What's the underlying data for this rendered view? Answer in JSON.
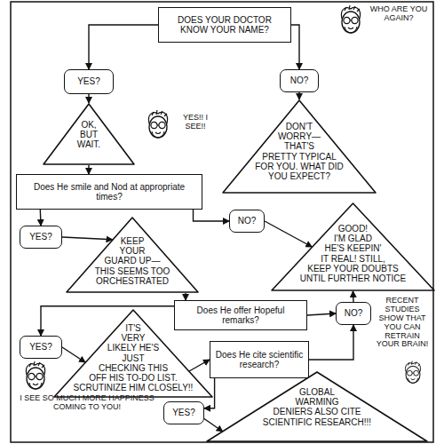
{
  "diagram": {
    "nodes": [
      {
        "text": [
          "DOES YOUR DOCTOR KNOW YOUR NAME?"
        ]
      },
      {
        "text": [
          "YES?"
        ]
      },
      {
        "text": [
          "NO?"
        ]
      },
      {
        "text": [
          "OK, BUT WAIT."
        ]
      },
      {
        "text": [
          "DON'T WORRY— THAT'S PRETTY TYPICAL FOR YOU. WHAT DID YOU EXPECT?"
        ]
      },
      {
        "text": [
          "Does He smile and Nod at appropriate times?"
        ]
      },
      {
        "text": [
          "NO?"
        ]
      },
      {
        "text": [
          "YES?"
        ]
      },
      {
        "text": [
          "KEEP YOUR GUARD UP— THIS SEEMS TOO ORCHESTRATED"
        ]
      },
      {
        "text": [
          "GOOD! I'M GLAD HE'S KEEPIN' IT REAL! STILL, KEEP YOUR DOUBTS UNTIL FURTHER NOTICE"
        ]
      },
      {
        "text": [
          "Does He offer Hopeful remarks?"
        ]
      },
      {
        "text": [
          "NO?"
        ]
      },
      {
        "text": [
          "YES?"
        ]
      },
      {
        "text": [
          "IT'S VERY LIKELY HE'S JUST CHECKING THIS OFF HIS TO-DO LIST. SCRUTINIZE HIM CLOSELY!!"
        ]
      },
      {
        "text": [
          "Does He cite scientific research?"
        ]
      },
      {
        "text": [
          "YES?"
        ]
      },
      {
        "text": [
          "GLOBAL WARMING DENIERS ALSO CITE SCIENTIFIC RESEARCH!!!"
        ]
      }
    ],
    "edges": [
      {
        "from": 0,
        "to": 1,
        "arrow": "to"
      },
      {
        "from": 0,
        "to": 2,
        "arrow": "to"
      },
      {
        "from": 1,
        "to": 3,
        "arrow": "to"
      },
      {
        "from": 2,
        "to": 4,
        "arrow": "to"
      },
      {
        "from": 3,
        "to": 5,
        "arrow": "to"
      },
      {
        "from": 5,
        "to": 7,
        "arrow": "to"
      },
      {
        "from": 5,
        "to": 6,
        "arrow": "to"
      },
      {
        "from": 6,
        "to": 9,
        "arrow": "to"
      },
      {
        "from": 7,
        "to": 8,
        "arrow": "to"
      },
      {
        "from": 8,
        "to": 10,
        "arrow": "to"
      },
      {
        "from": 10,
        "to": 12,
        "arrow": "to"
      },
      {
        "from": 10,
        "to": 11,
        "arrow": "to"
      },
      {
        "from": 11,
        "to": 9,
        "arrow": "to"
      },
      {
        "from": 12,
        "to": 13,
        "arrow": "to"
      },
      {
        "from": 13,
        "to": 14,
        "arrow": "to"
      },
      {
        "from": 14,
        "to": 11,
        "arrow": "to"
      },
      {
        "from": 14,
        "to": 15,
        "arrow": "to"
      },
      {
        "from": 15,
        "to": 16,
        "arrow": "to"
      }
    ],
    "labels": [
      "WHO ARE YOU AGAIN?",
      "YES!! I SEE!!",
      "RECENT STUDIES SHOW THAT YOU CAN RETRAIN YOUR BRAIN!",
      "I SEE SO MUCH MORE HAPPINESS COMING TO YOU!"
    ]
  }
}
